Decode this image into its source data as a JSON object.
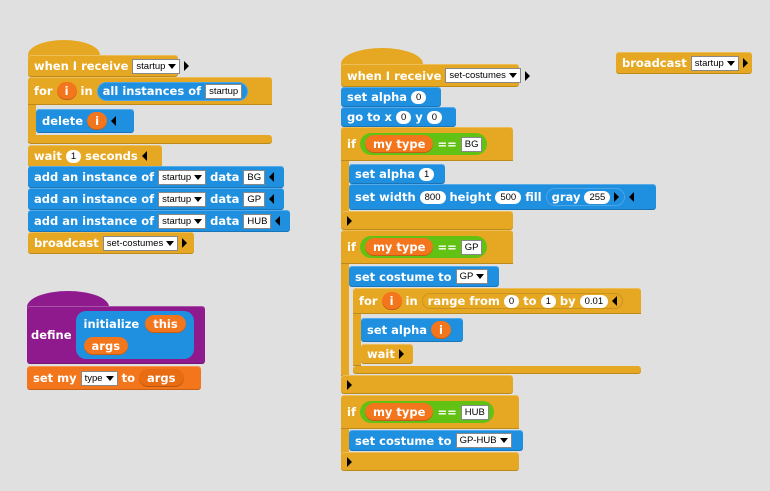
{
  "script1": {
    "when_i_receive": "when I receive",
    "message": "startup",
    "for_kw": "for",
    "loop_var": "i",
    "in_kw": "in",
    "all_instances_of": "all instances of",
    "instances_target": "startup",
    "delete_kw": "delete",
    "delete_var": "i",
    "wait_kw": "wait",
    "wait_value": "1",
    "seconds_kw": "seconds",
    "add_instance_kw": "add an instance of",
    "data_kw": "data",
    "add_rows": [
      {
        "target": "startup",
        "data": "BG"
      },
      {
        "target": "startup",
        "data": "GP"
      },
      {
        "target": "startup",
        "data": "HUB"
      }
    ],
    "broadcast_kw": "broadcast",
    "broadcast_msg": "set-costumes"
  },
  "define_block": {
    "define_kw": "define",
    "initialize_kw": "initialize",
    "this_kw": "this",
    "args_kw": "args",
    "set_my_kw": "set my",
    "set_my_field": "type",
    "to_kw": "to",
    "to_value": "args"
  },
  "script2": {
    "when_i_receive": "when I receive",
    "message": "set-costumes",
    "set_alpha_kw": "set alpha",
    "set_alpha_value": "0",
    "goto_kw": "go to x",
    "goto_x": "0",
    "goto_y_kw": "y",
    "goto_y": "0",
    "if_kw": "if",
    "my_type_kw": "my type",
    "eq_kw": "==",
    "if1_value": "BG",
    "set_alpha2_value": "1",
    "set_width_kw": "set width",
    "width_value": "800",
    "height_kw": "height",
    "height_value": "500",
    "fill_kw": "fill",
    "gray_kw": "gray",
    "gray_value": "255",
    "if2_value": "GP",
    "set_costume_kw": "set costume to",
    "costume_gp": "GP",
    "for_kw": "for",
    "loop_var": "i",
    "in_kw": "in",
    "range_kw": "range from",
    "range_from": "0",
    "range_to_kw": "to",
    "range_to": "1",
    "by_kw": "by",
    "range_by": "0.01",
    "set_alpha_loop_var": "i",
    "wait_kw": "wait",
    "if3_value": "HUB",
    "costume_gphub": "GP-HUB"
  },
  "script3": {
    "broadcast_kw": "broadcast",
    "broadcast_msg": "startup"
  }
}
